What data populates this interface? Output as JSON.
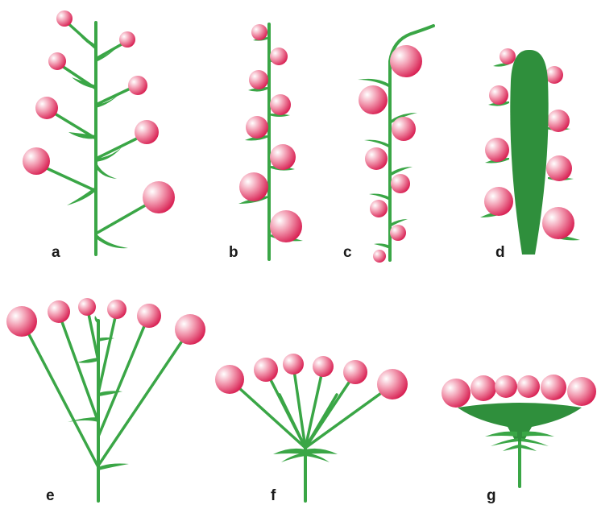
{
  "panels": [
    {
      "id": "a",
      "label": "a"
    },
    {
      "id": "b",
      "label": "b"
    },
    {
      "id": "c",
      "label": "c"
    },
    {
      "id": "d",
      "label": "d"
    },
    {
      "id": "e",
      "label": "e"
    },
    {
      "id": "f",
      "label": "f"
    },
    {
      "id": "g",
      "label": "g"
    }
  ],
  "colors": {
    "stem": "#3aa646",
    "flower_light": "#ffffff",
    "flower_mid": "#f29ab0",
    "flower_dark": "#d81f52"
  }
}
